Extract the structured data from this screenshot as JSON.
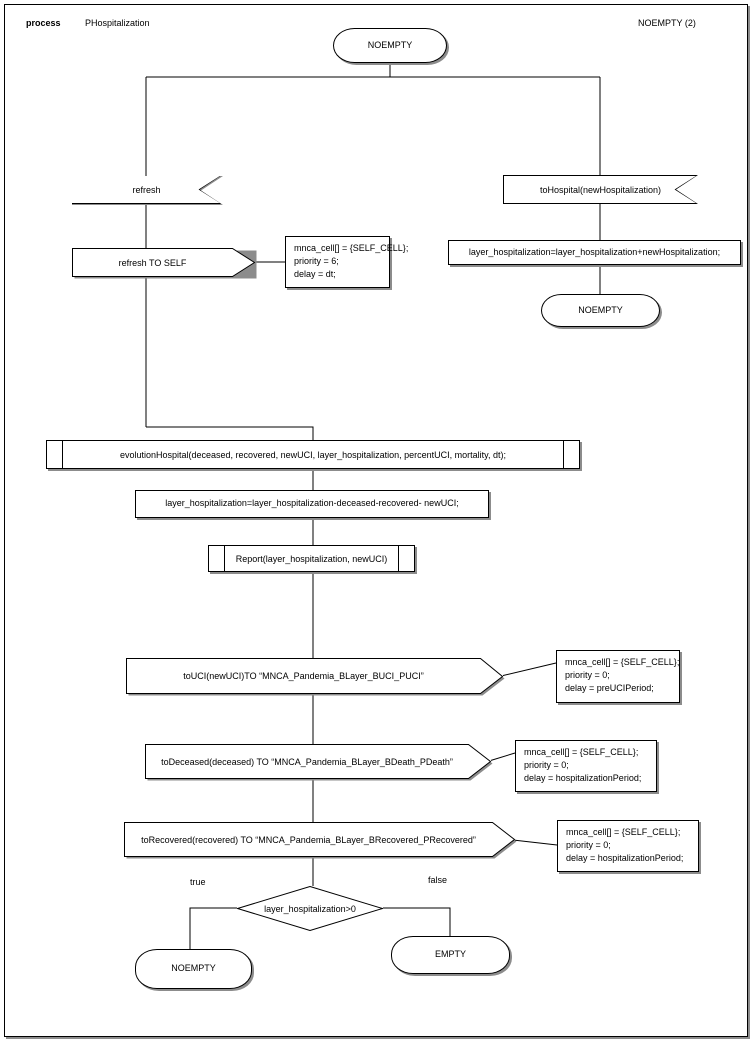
{
  "header": {
    "process_keyword": "process",
    "process_name": "PHospitalization",
    "right_label": "NOEMPTY (2)"
  },
  "nodes": {
    "start_terminal": "NOEMPTY",
    "receive_refresh": "refresh",
    "send_refresh_self": "refresh TO SELF",
    "receive_to_hospital": "toHospital(newHospitalization)",
    "proc_add_hospitalization": "layer_hospitalization=layer_hospitalization+newHospitalization;",
    "terminal_noempty_right": "NOEMPTY",
    "sub_evolution_hospital": "evolutionHospital(deceased, recovered, newUCI, layer_hospitalization, percentUCI, mortality, dt);",
    "proc_subtract": "layer_hospitalization=layer_hospitalization-deceased-recovered- newUCI;",
    "sub_report": "Report(layer_hospitalization, newUCI)",
    "send_to_uci": "toUCI(newUCI)TO “MNCA_Pandemia_BLayer_BUCI_PUCI”",
    "send_to_deceased": "toDeceased(deceased) TO “MNCA_Pandemia_BLayer_BDeath_PDeath”",
    "send_to_recovered": "toRecovered(recovered) TO “MNCA_Pandemia_BLayer_BRecovered_PRecovered”",
    "decision_condition": "layer_hospitalization>0",
    "terminal_true": "NOEMPTY",
    "terminal_false": "EMPTY"
  },
  "branch_labels": {
    "true": "true",
    "false": "false"
  },
  "notes": {
    "refresh_self": {
      "line1": "mnca_cell[] = {SELF_CELL};",
      "line2": "priority = 6;",
      "line3": "delay = dt;"
    },
    "to_uci": {
      "line1": "mnca_cell[] = {SELF_CELL};",
      "line2": "priority = 0;",
      "line3": "delay = preUCIPeriod;"
    },
    "to_deceased": {
      "line1": "mnca_cell[] = {SELF_CELL};",
      "line2": "priority = 0;",
      "line3": "delay = hospitalizationPeriod;"
    },
    "to_recovered": {
      "line1": "mnca_cell[] = {SELF_CELL};",
      "line2": "priority = 0;",
      "line3": "delay = hospitalizationPeriod;"
    }
  },
  "colors": {
    "stroke": "#000000",
    "shadow": "#8c8c8c",
    "background": "#ffffff"
  }
}
